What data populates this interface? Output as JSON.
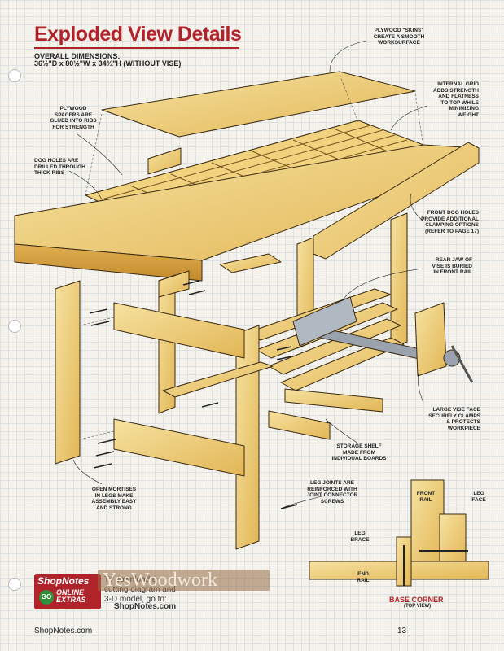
{
  "page": {
    "title": "Exploded View Details",
    "dimensions_label": "OVERALL DIMENSIONS:",
    "dimensions_value": "36½\"D x 80½\"W x 34¾\"H (WITHOUT VISE)"
  },
  "callouts": {
    "skins": "PLYWOOD \"SKINS\"\nCREATE A SMOOTH\nWORKSURFACE",
    "grid": "INTERNAL GRID\nADDS STRENGTH\nAND FLATNESS\nTO TOP WHILE\nMINIMIZING\nWEIGHT",
    "spacers": "PLYWOOD\nSPACERS ARE\nGLUED INTO RIBS\nFOR STRENGTH",
    "dog_holes": "DOG HOLES ARE\nDRILLED THROUGH\nTHICK RIBS",
    "front_dog_holes": "FRONT DOG HOLES\nPROVIDE ADDITIONAL\nCLAMPING OPTIONS\n(REFER TO PAGE 17)",
    "rear_jaw": "REAR JAW OF\nVISE IS BURIED\nIN FRONT RAIL",
    "vise_face": "LARGE VISE FACE\nSECURELY CLAMPS\n& PROTECTS\nWORKPIECE",
    "shelf": "STORAGE SHELF\nMADE FROM\nINDIVIDUAL BOARDS",
    "leg_joints": "LEG JOINTS ARE\nREINFORCED WITH\nJOINT CONNECTOR\nSCREWS",
    "mortises": "OPEN MORTISES\nIN LEGS MAKE\nASSEMBLY EASY\nAND STRONG"
  },
  "base_corner": {
    "title": "BASE CORNER",
    "subtitle": "(TOP VIEW)",
    "labels": {
      "front_rail": "FRONT\nRAIL",
      "leg_face": "LEG\nFACE",
      "leg_brace": "LEG\nBRACE",
      "end_rail": "END\nRAIL"
    }
  },
  "promo": {
    "brand": "ShopNotes",
    "go": "GO",
    "extras": "ONLINE\nEXTRAS",
    "text": "To download a\ncutting diagram and\n3-D model, go to:",
    "url": "ShopNotes.com",
    "watermark": "YesWoodwork"
  },
  "footer": {
    "site": "ShopNotes.com",
    "page_number": "13"
  },
  "colors": {
    "title_red": "#b0232a",
    "wood_light": "#f3d98c",
    "wood_mid": "#e6bd5e",
    "wood_dark": "#c48a2c",
    "outline": "#3a2a14",
    "metal": "#9aa3ad",
    "grid_line": "#c9d6e0"
  }
}
